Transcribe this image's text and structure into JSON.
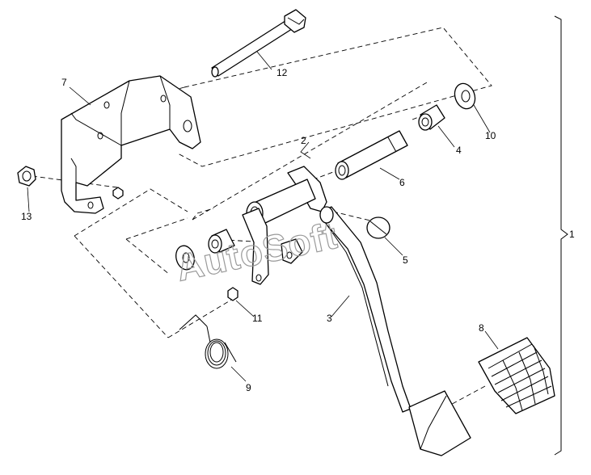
{
  "watermark": "AutoSoft",
  "callouts": {
    "c1": "1",
    "c2": "2",
    "c3": "3",
    "c4": "4",
    "c5": "5",
    "c6": "6",
    "c7": "7",
    "c8": "8",
    "c9": "9",
    "c10": "10",
    "c11": "11",
    "c12": "12",
    "c13": "13"
  }
}
